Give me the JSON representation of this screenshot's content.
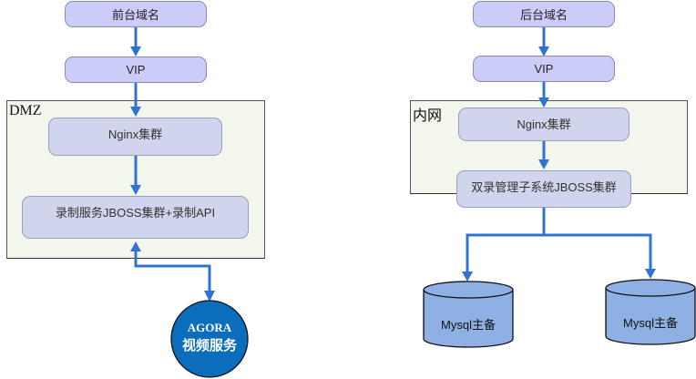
{
  "diagram": {
    "left": {
      "domain_node": "前台域名",
      "vip_node": "VIP",
      "zone_label": "DMZ",
      "nginx_node": "Nginx集群",
      "service_node": "录制服务JBOSS集群+录制API",
      "external_service": {
        "line1": "AGORA",
        "line2": "视频服务"
      }
    },
    "right": {
      "domain_node": "后台域名",
      "vip_node": "VIP",
      "zone_label": "内网",
      "nginx_node": "Nginx集群",
      "service_node": "双录管理子系统JBOSS集群",
      "databases": [
        {
          "label": "Mysql主备"
        },
        {
          "label": "Mysql主备"
        }
      ]
    },
    "colors": {
      "arrow": "#2f74d0",
      "top_node_fill": "#ccccf8",
      "inner_node_fill": "#d0d4ec",
      "zone_fill": "#f3f6ec",
      "database_fill": "#8eb0e2",
      "external_service_fill": "#0a6ebd"
    }
  }
}
